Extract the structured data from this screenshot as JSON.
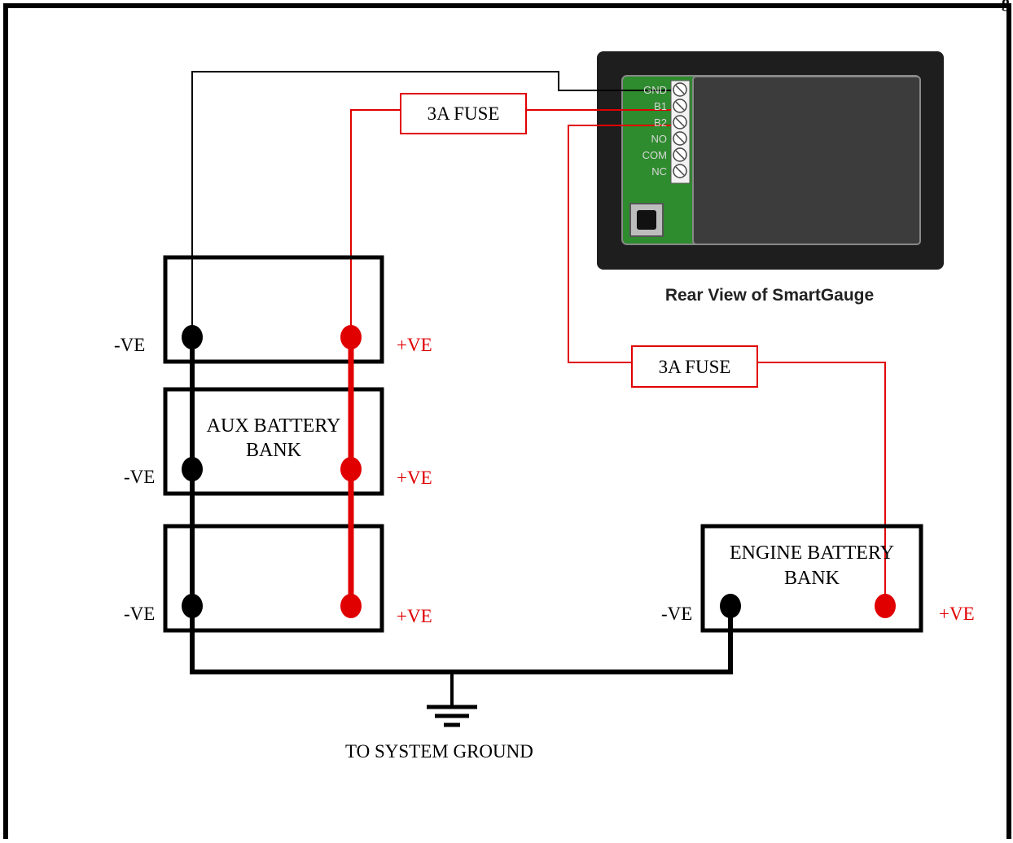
{
  "corner_text": "g",
  "device": {
    "caption": "Rear View of SmartGauge",
    "terminals": [
      "GND",
      "B1",
      "B2",
      "NO",
      "COM",
      "NC"
    ]
  },
  "fuses": {
    "top": "3A FUSE",
    "engine": "3A FUSE"
  },
  "aux_bank": {
    "label_line1": "AUX BATTERY",
    "label_line2": "BANK",
    "neg_labels": [
      "-VE",
      "-VE",
      "-VE"
    ],
    "pos_labels": [
      "+VE",
      "+VE",
      "+VE"
    ]
  },
  "engine_bank": {
    "label_line1": "ENGINE BATTERY",
    "label_line2": "BANK",
    "neg_label": "-VE",
    "pos_label": "+VE"
  },
  "ground_label": "TO SYSTEM GROUND",
  "colors": {
    "positive_wire": "#e00000",
    "negative_wire": "#000000",
    "device_body": "#1e1e1e",
    "device_panel": "#3c3c3c",
    "terminal_board": "#2e8b2e"
  }
}
